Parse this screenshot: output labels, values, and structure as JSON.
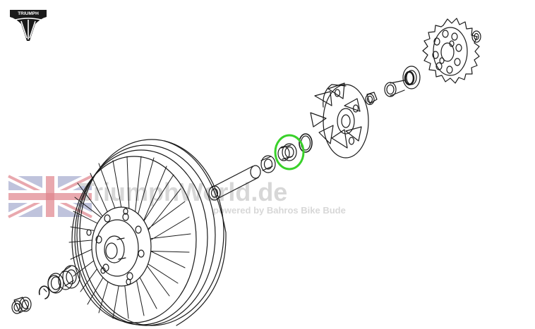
{
  "logo": {
    "text": "TRIUMPH",
    "color": "#1a1a1a"
  },
  "watermark": {
    "title": "TriumphWorld.de",
    "subtitle": "powered by Bahros Bike Bude",
    "color": "#b8b8b8",
    "flag_blue": "#2b3a8a",
    "flag_red": "#c8202f"
  },
  "highlight": {
    "color": "#39d12a",
    "part": "spacer-bearing"
  },
  "line_color": "#1a1a1a"
}
